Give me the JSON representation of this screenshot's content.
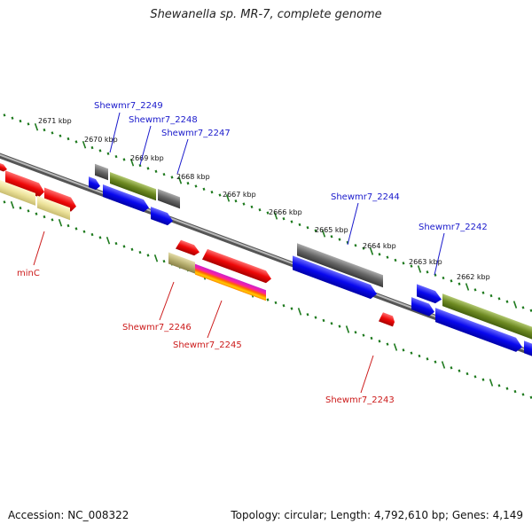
{
  "title": "Shewanella sp. MR-7, complete genome",
  "footer": {
    "accession": "Accession: NC_008322",
    "topology": "Topology: circular; Length: 4,792,610 bp; Genes: 4,149"
  },
  "ticks": [
    "2671 kbp",
    "2670 kbp",
    "2669 kbp",
    "2668 kbp",
    "2667 kbp",
    "2666 kbp",
    "2665 kbp",
    "2664 kbp",
    "2663 kbp",
    "2662 kbp"
  ],
  "labels": {
    "forward": [
      "Shewmr7_2249",
      "Shewmr7_2248",
      "Shewmr7_2247",
      "Shewmr7_2244",
      "Shewmr7_2242"
    ],
    "reverse": [
      "minC",
      "Shewmr7_2246",
      "Shewmr7_2245",
      "Shewmr7_2243"
    ]
  },
  "colors": {
    "forward_label": "#1a1acc",
    "reverse_label": "#cc1a1a",
    "tick": "#1e7a1e",
    "backbone": "#888888",
    "blue_feature": "#0a0aee",
    "red_feature": "#ee0a0a",
    "gray_feature": "#666666",
    "green_feature": "#6e8a22",
    "tan_feature": "#b8b070",
    "paleyellow_feature": "#ece29a"
  }
}
